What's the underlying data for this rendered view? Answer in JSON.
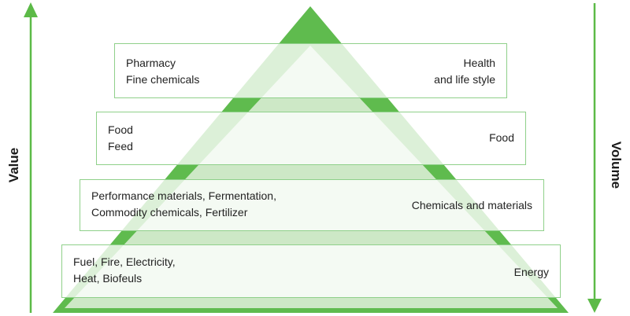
{
  "axes": {
    "value_label": "Value",
    "volume_label": "Volume"
  },
  "tiers": [
    {
      "left_lines": [
        "Pharmacy",
        "Fine chemicals"
      ],
      "right_lines": [
        "Health",
        "and life style"
      ]
    },
    {
      "left_lines": [
        "Food",
        "Feed"
      ],
      "right_lines": [
        "Food"
      ]
    },
    {
      "left_lines": [
        "Performance materials, Fermentation,",
        "Commodity chemicals, Fertilizer"
      ],
      "right_lines": [
        "Chemicals and materials"
      ]
    },
    {
      "left_lines": [
        "Fuel, Fire, Electricity,",
        "Heat, Biofeuls"
      ],
      "right_lines": [
        "Energy"
      ]
    }
  ],
  "colors": {
    "pyramid_dark": "#5fbb4e",
    "pyramid_light": "#cde8c6",
    "arrow": "#5cba47",
    "box_border": "#8fd08a"
  }
}
